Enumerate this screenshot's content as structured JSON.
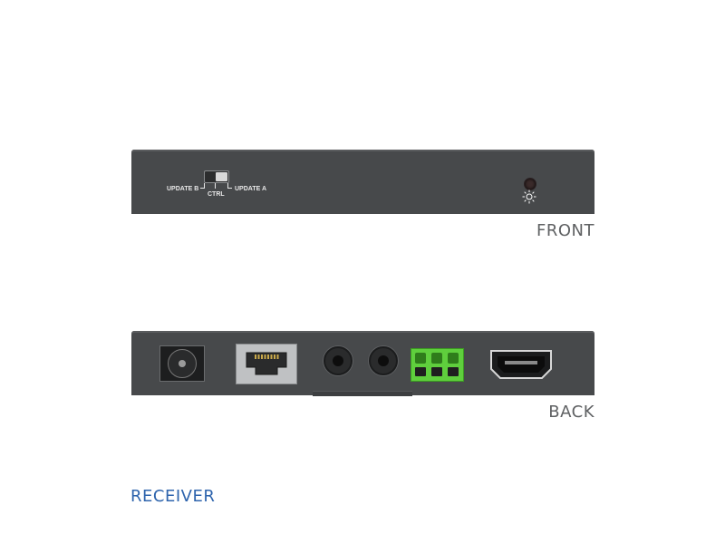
{
  "front": {
    "view_label": "FRONT",
    "switch": {
      "left_label": "UPDATE B",
      "center_label": "CTRL",
      "right_label": "UPDATE A"
    },
    "led_icon": "sun-icon"
  },
  "back": {
    "view_label": "BACK",
    "ports": [
      "dc-power-jack",
      "rj45-port",
      "audio-jack",
      "audio-jack",
      "terminal-block",
      "hdmi-port"
    ]
  },
  "device": {
    "title": "RECEIVER"
  },
  "colors": {
    "chassis": "#47494b",
    "label_gray": "#5f6163",
    "title_blue": "#2e64ad",
    "terminal_green": "#5fcf3d"
  }
}
